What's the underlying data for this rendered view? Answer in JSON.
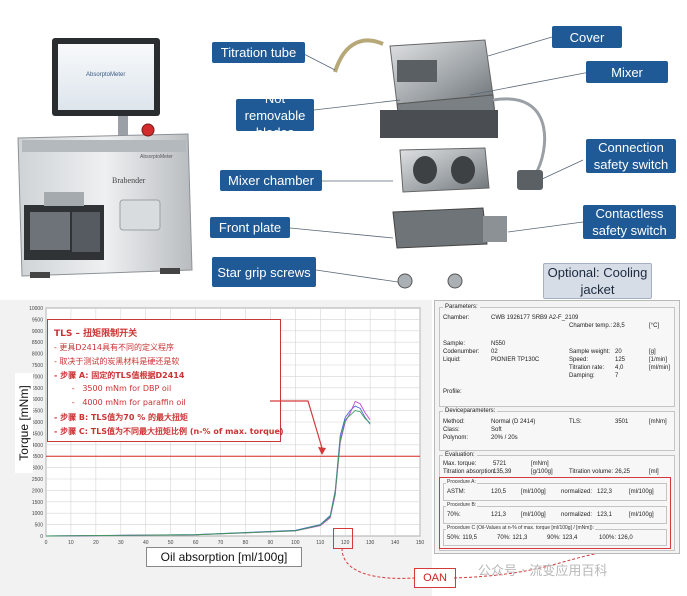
{
  "callouts": {
    "titration_tube": "Titration tube",
    "cover": "Cover",
    "mixer": "Mixer",
    "not_removable_blades": "Not removable blades",
    "connection_safety_switch": "Connection safety switch",
    "mixer_chamber": "Mixer chamber",
    "contactless_safety_switch": "Contactless safety switch",
    "front_plate": "Front plate",
    "star_grip_screws": "Star grip screws",
    "optional_cooling_jacket": "Optional: Cooling jacket"
  },
  "device": {
    "screen_brand": "AbsorptoMeter",
    "nameplate": "AbsorptoMeter",
    "brand": "Brabender"
  },
  "tls_note": {
    "title": "TLS – 扭矩限制开关",
    "lines": [
      "-   更具D2414具有不同的定义程序",
      "-   取决于测试的炭黑材料是硬还是软",
      "-   步骤 A: 固定的TLS值根据D2414",
      "       -   3500 mNm for DBP oil",
      "       -   4000 mNm for paraffin oil",
      "-   步骤 B: TLS值为70 % 的最大扭矩",
      "-   步骤 C: TLS值为不同最大扭矩比例 (n-% of max. torque)"
    ]
  },
  "chart_data": {
    "type": "line",
    "ylabel": "Torque [mNm]",
    "xlabel": "Oil absorption [ml/100g]",
    "xlim": [
      0,
      150
    ],
    "ylim": [
      0,
      10000
    ],
    "xticks": [
      0,
      10,
      20,
      30,
      40,
      50,
      60,
      70,
      80,
      90,
      100,
      110,
      120,
      130,
      140,
      150
    ],
    "yticks": [
      0,
      500,
      1000,
      1500,
      2000,
      2500,
      3000,
      3500,
      4000,
      4500,
      5000,
      5500,
      6000,
      6500,
      7000,
      7500,
      8000,
      8500,
      9000,
      9500,
      10000
    ],
    "tls_level": 3500,
    "series": [
      {
        "color": "#4b6bd6",
        "x": [
          0,
          60,
          100,
          110,
          114,
          116,
          118,
          120,
          122,
          124,
          126,
          128,
          130
        ],
        "y": [
          0,
          60,
          250,
          500,
          900,
          2000,
          4400,
          5200,
          5500,
          5700,
          5600,
          5200,
          4900
        ]
      },
      {
        "color": "#c04ad0",
        "x": [
          0,
          60,
          100,
          110,
          114,
          116,
          118,
          120,
          122,
          124,
          126,
          128,
          130
        ],
        "y": [
          0,
          50,
          220,
          450,
          800,
          1800,
          4100,
          5000,
          5400,
          5900,
          5800,
          5400,
          5100
        ]
      },
      {
        "color": "#3a9c5a",
        "x": [
          0,
          60,
          100,
          110,
          114,
          116,
          118,
          120,
          122,
          124,
          126,
          128,
          130
        ],
        "y": [
          0,
          55,
          230,
          480,
          850,
          1900,
          4200,
          5100,
          5300,
          5500,
          5450,
          5150,
          4950
        ]
      }
    ]
  },
  "oan_label": "OAN",
  "panel": {
    "parameters_title": "Parameters:",
    "chamber_label": "Chamber:",
    "chamber_value": "CWB 1926177 SRB9 A2-F_2109",
    "chamber_temp_label": "Chamber temp.:",
    "chamber_temp_value": "28,5",
    "chamber_temp_unit": "[°C]",
    "sample_label": "Sample:",
    "sample_value": "N550",
    "codenumber_label": "Codenumber:",
    "codenumber_value": "02",
    "liquid_label": "Liquid:",
    "liquid_value": "PIONIER TP130C",
    "sample_weight_label": "Sample weight:",
    "sample_weight_value": "20",
    "sample_weight_unit": "[g]",
    "speed_label": "Speed:",
    "speed_value": "125",
    "speed_unit": "[1/min]",
    "titration_rate_label": "Titration rate:",
    "titration_rate_value": "4,0",
    "titration_rate_unit": "[ml/min]",
    "damping_label": "Damping:",
    "damping_value": "7",
    "profile_label": "Profile:",
    "device_title": "Deviceparameters:",
    "method_label": "Method:",
    "method_value": "Normal (D 2414)",
    "class_label": "Class:",
    "class_value": "Soft",
    "polynom_label": "Polynom:",
    "polynom_value": "20% / 20s",
    "tls_label": "TLS:",
    "tls_value": "3501",
    "tls_unit": "[mNm]",
    "evaluation_title": "Evaluation:",
    "max_torque_label": "Max. torque:",
    "max_torque_value": "5721",
    "max_torque_unit": "[mNm]",
    "titration_abs_label": "Titration absorption:",
    "titration_abs_value": "135,39",
    "titration_abs_unit": "[g/100g]",
    "titration_vol_label": "Titration volume:",
    "titration_vol_value": "26,25",
    "titration_vol_unit": "[ml]",
    "proc_a_title": "Procedure A:",
    "proc_a_label": "ASTM:",
    "proc_a_value": "120,5",
    "proc_a_unit": "[ml/100g]",
    "proc_a_norm_label": "normalized:",
    "proc_a_norm_value": "122,3",
    "proc_a_norm_unit": "[ml/100g]",
    "proc_b_title": "Procedure B:",
    "proc_b_label": "70%:",
    "proc_b_value": "121,3",
    "proc_b_unit": "[ml/100g]",
    "proc_b_norm_label": "normalized:",
    "proc_b_norm_value": "123,1",
    "proc_b_norm_unit": "[ml/100g]",
    "proc_c_title": "Procedure C (Oil-Values at n-% of max. torque [ml/100g] / [mNm]):",
    "proc_c_values": [
      "50%:  119,5",
      "70%:  121,3",
      "90%:  123,4",
      "100%:  126,0"
    ]
  },
  "watermark": "公众号 · 流变应用百科"
}
